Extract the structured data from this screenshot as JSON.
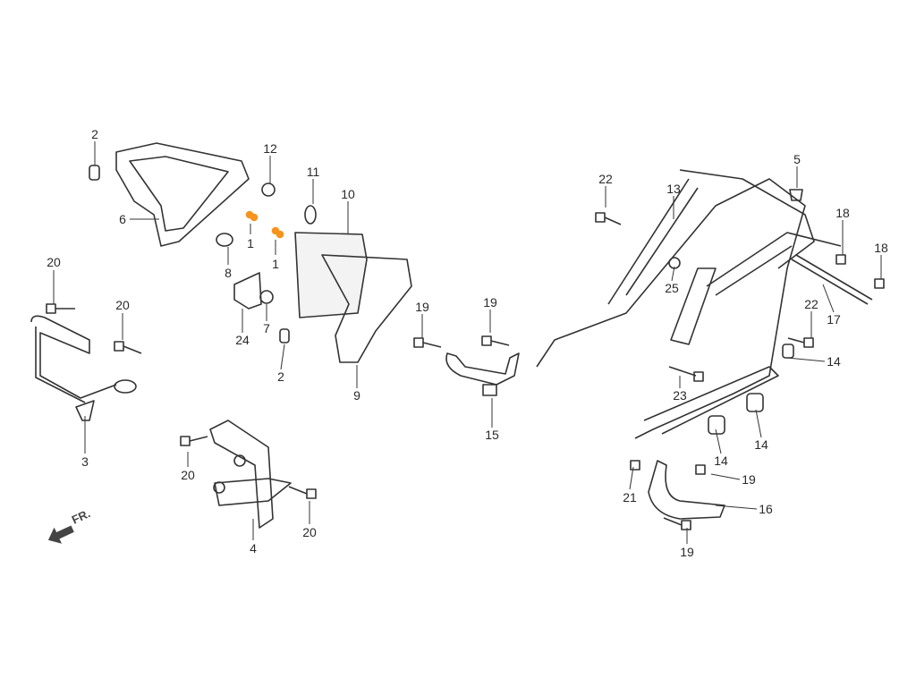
{
  "diagram": {
    "front_marker": "FR.",
    "highlight_color": "#f7941d",
    "callouts": [
      "2",
      "6",
      "12",
      "11",
      "10",
      "1",
      "1",
      "8",
      "24",
      "7",
      "2",
      "9",
      "20",
      "20",
      "3",
      "20",
      "4",
      "20",
      "19",
      "19",
      "15",
      "22",
      "13",
      "5",
      "18",
      "18",
      "25",
      "22",
      "17",
      "14",
      "23",
      "14",
      "14",
      "19",
      "21",
      "16",
      "19"
    ]
  }
}
